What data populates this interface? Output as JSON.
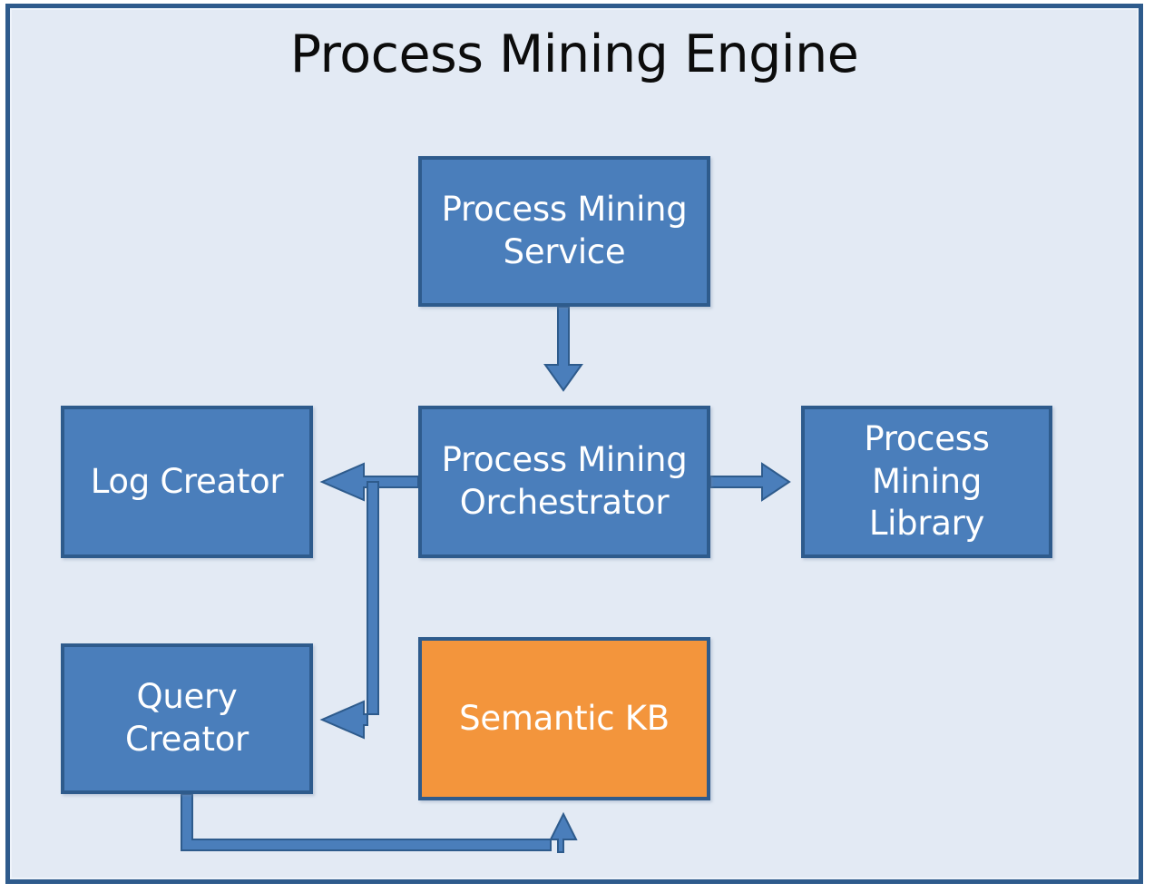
{
  "diagram": {
    "title": "Process Mining Engine",
    "container_name": "Process Mining Engine",
    "colors": {
      "container_background": "#E3EAF4",
      "container_border": "#2E5B8C",
      "node_fill": "#4A7EBB",
      "node_border": "#2E5B8C",
      "node_text": "#FFFFFF",
      "accent_node_fill": "#F3953C",
      "connector": "#4A7EBB",
      "connector_border": "#2E5B8C",
      "title_text": "#0C0C0C"
    },
    "nodes": [
      {
        "id": "pm-service",
        "label": "Process Mining Service",
        "type": "component",
        "fill": "#4A7EBB"
      },
      {
        "id": "pm-orchestrator",
        "label": "Process Mining Orchestrator",
        "type": "component",
        "fill": "#4A7EBB"
      },
      {
        "id": "log-creator",
        "label": "Log Creator",
        "type": "component",
        "fill": "#4A7EBB"
      },
      {
        "id": "pm-library",
        "label": "Process Mining Library",
        "type": "component",
        "fill": "#4A7EBB"
      },
      {
        "id": "query-creator",
        "label": "Query Creator",
        "type": "component",
        "fill": "#4A7EBB"
      },
      {
        "id": "semantic-kb",
        "label": "Semantic KB",
        "type": "datastore",
        "fill": "#F3953C"
      }
    ],
    "connections": [
      {
        "from": "pm-service",
        "to": "pm-orchestrator",
        "direction": "down",
        "style": "straight"
      },
      {
        "from": "pm-orchestrator",
        "to": "pm-library",
        "direction": "right",
        "style": "straight"
      },
      {
        "from": "pm-orchestrator",
        "to": "log-creator",
        "direction": "left",
        "style": "straight"
      },
      {
        "from": "pm-orchestrator",
        "to": "query-creator",
        "direction": "left",
        "style": "elbow"
      },
      {
        "from": "query-creator",
        "to": "semantic-kb",
        "direction": "up",
        "style": "elbow"
      }
    ]
  }
}
